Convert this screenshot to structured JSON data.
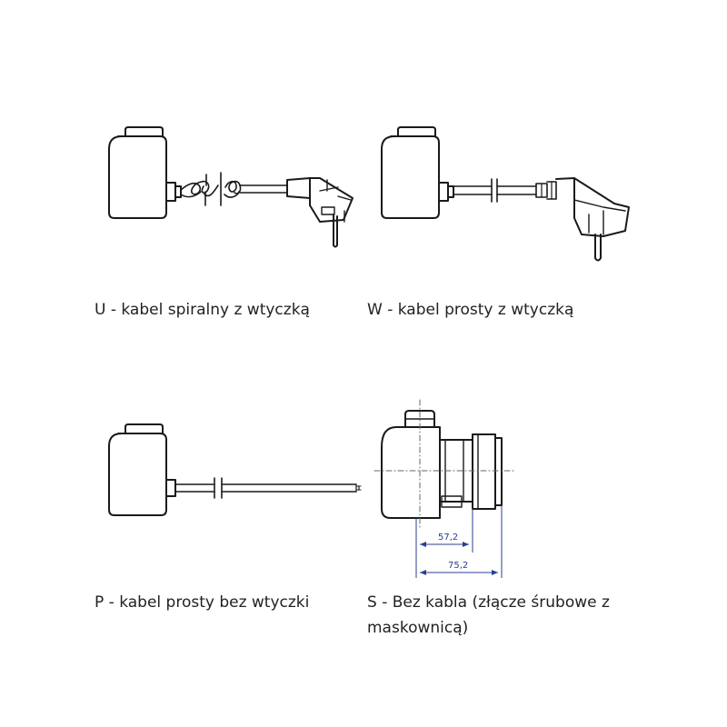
{
  "captions": {
    "u": "U - kabel spiralny z wtyczką",
    "w": "W - kabel prosty z wtyczką",
    "p": "P - kabel prosty bez wtyczki",
    "s_line1": "S - Bez kabla (złącze śrubowe z",
    "s_line2": "maskownicą)"
  },
  "dimensions": {
    "inner": "57,2",
    "outer": "75,2"
  },
  "colors": {
    "line": "#1a1a1a",
    "dimension": "#2b3f8f",
    "caption": "#222222"
  }
}
